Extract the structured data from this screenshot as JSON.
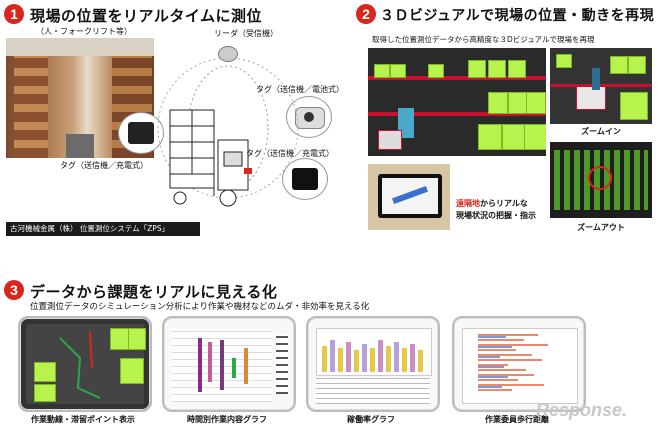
{
  "section1": {
    "number": "1",
    "title": "現場の位置をリアルタイムに測位",
    "subtitle": "（人・フォークリフト等）",
    "reader_label": "リーダ（受信機）",
    "tag_battery_label": "タグ（送信機／電池式）",
    "tag_rechargeable_label_1": "タグ（送信機／充電式）",
    "tag_rechargeable_label_2": "タグ（送信機／充電式）",
    "system_caption": "古河機械金属（株） 位置測位システム「ZPS」"
  },
  "section2": {
    "number": "2",
    "title": "３Ｄビジュアルで現場の位置・動きを再現",
    "subtitle": "取得した位置測位データから高精度な３Dビジュアルで現場を再現",
    "zoom_in_label": "ズームイン",
    "zoom_out_label": "ズームアウト",
    "remote_text_1": "遠隔地",
    "remote_text_2": "からリアルな",
    "remote_text_3": "現場状況の把握・指示"
  },
  "section3": {
    "number": "3",
    "title": "データから課題をリアルに見える化",
    "subtitle": "位置測位データのシミュレーション分析により作業や機材などのムダ・非効率を見える化",
    "thumbnails": [
      {
        "label": "作業動線・滞留ポイント表示"
      },
      {
        "label": "時間別作業内容グラフ"
      },
      {
        "label": "稼働率グラフ"
      },
      {
        "label": "作業委員歩行距離"
      }
    ]
  },
  "watermark": "Response.",
  "colors": {
    "accent": "#d8261e",
    "rack": "#c8102e",
    "cargo": "#b8f24c",
    "remote": "#d8261e"
  }
}
